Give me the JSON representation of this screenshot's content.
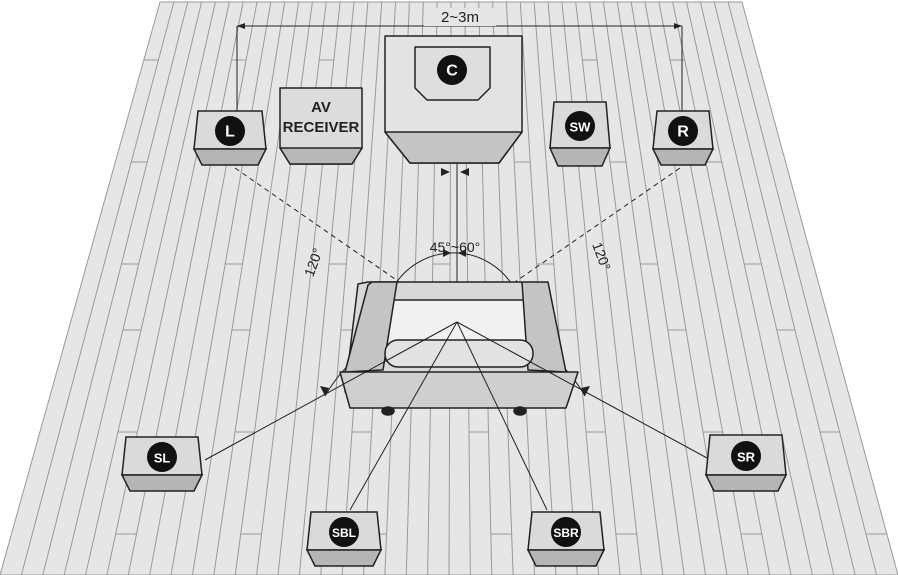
{
  "distance_label": "2~3m",
  "angles": {
    "front": "45°~60°",
    "left": "120°",
    "right": "120°"
  },
  "receiver": {
    "line1": "AV",
    "line2": "RECEIVER"
  },
  "speakers": {
    "center": "C",
    "front_left": "L",
    "front_right": "R",
    "subwoofer": "SW",
    "surround_left": "SL",
    "surround_right": "SR",
    "surround_back_left": "SBL",
    "surround_back_right": "SBR"
  }
}
